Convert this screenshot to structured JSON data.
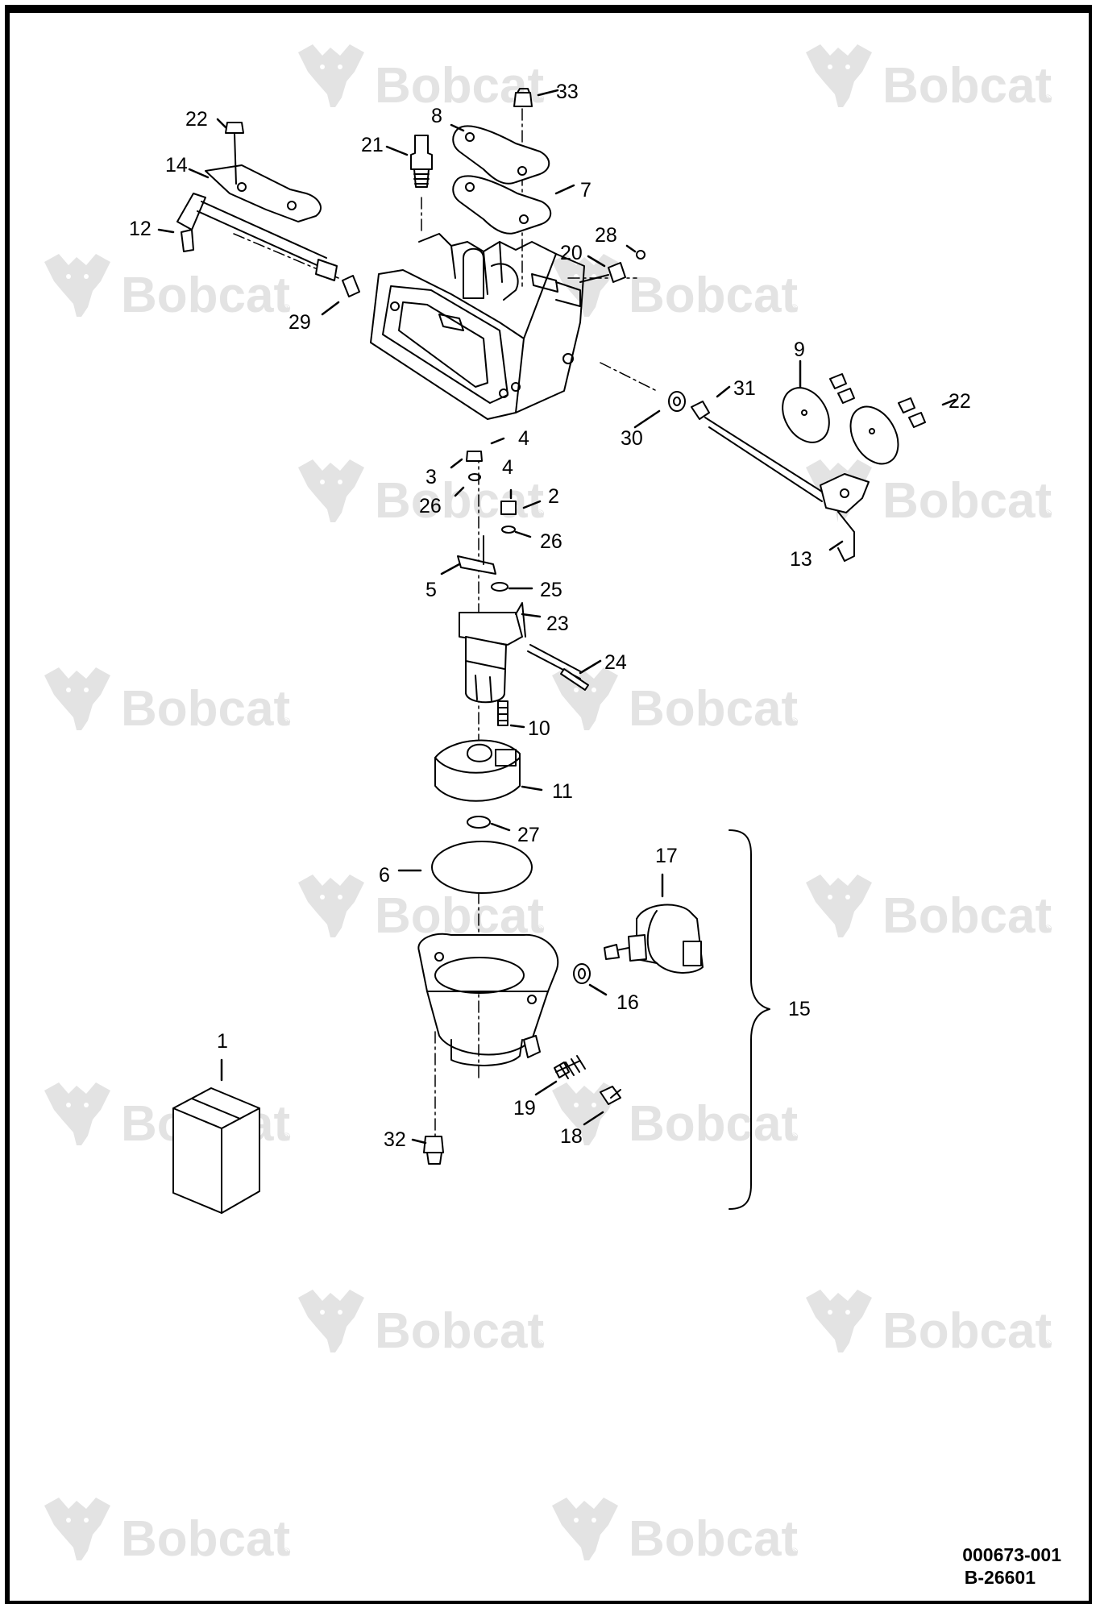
{
  "watermark": {
    "brand": "Bobcat",
    "reg_mark": "®"
  },
  "callouts": {
    "c1": "1",
    "c2": "2",
    "c3": "3",
    "c4a": "4",
    "c4b": "4",
    "c5": "5",
    "c6": "6",
    "c7": "7",
    "c8": "8",
    "c9": "9",
    "c10": "10",
    "c11": "11",
    "c12": "12",
    "c13": "13",
    "c14": "14",
    "c15": "15",
    "c16": "16",
    "c17": "17",
    "c18": "18",
    "c19": "19",
    "c20": "20",
    "c21": "21",
    "c22a": "22",
    "c22b": "22",
    "c23": "23",
    "c24": "24",
    "c25": "25",
    "c26a": "26",
    "c26b": "26",
    "c27": "27",
    "c28": "28",
    "c29": "29",
    "c30": "30",
    "c31": "31",
    "c32": "32",
    "c33": "33"
  },
  "drawing_codes": {
    "line1": "000673-001",
    "line2": "B-26601"
  },
  "colors": {
    "line": "#000000",
    "watermark": "#e3e3e3",
    "background": "#ffffff"
  }
}
